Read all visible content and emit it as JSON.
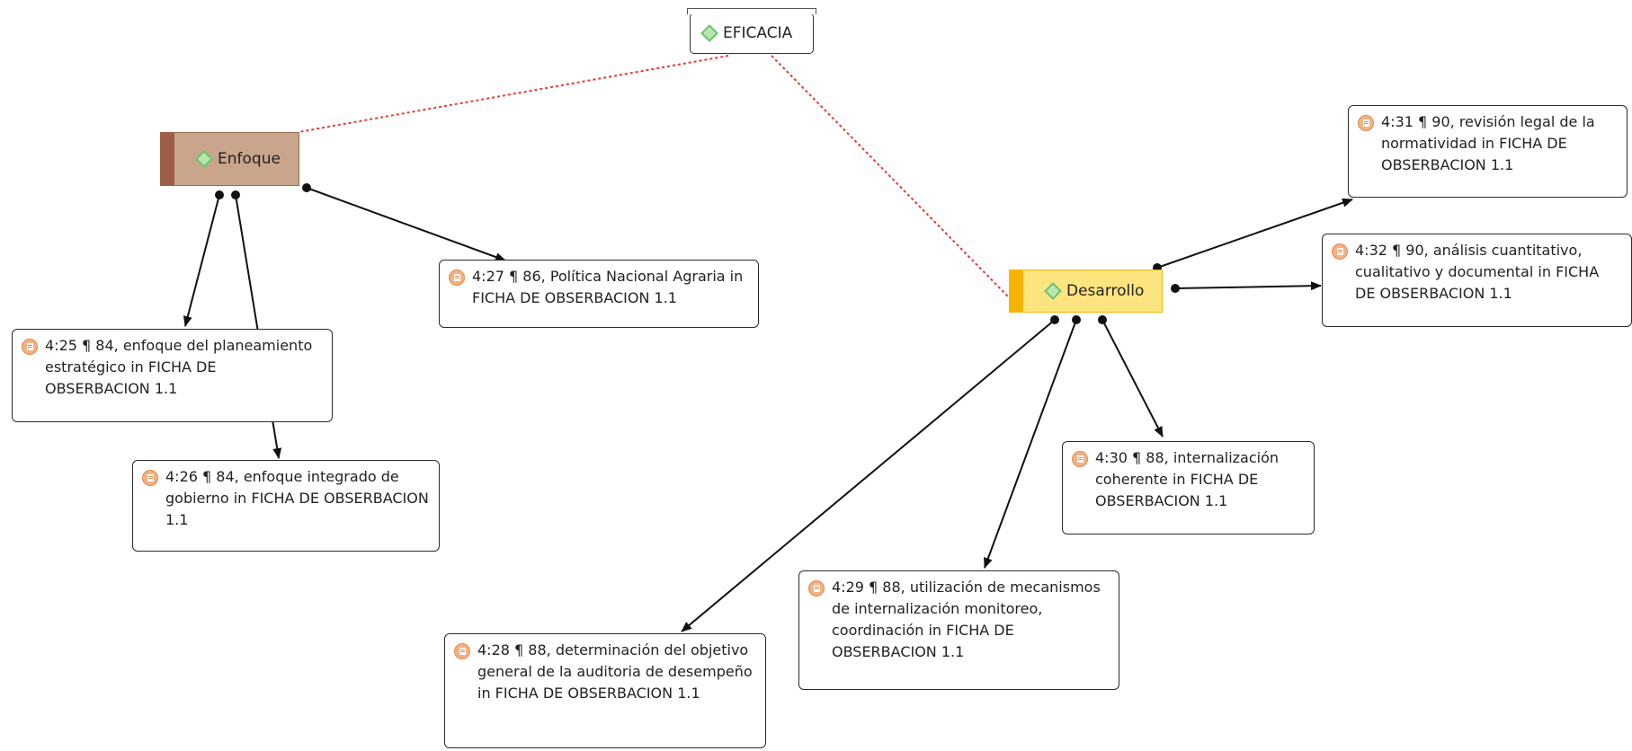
{
  "codes": {
    "eficacia": "EFICACIA",
    "enfoque": "Enfoque",
    "desarrollo": "Desarrollo"
  },
  "quotations": {
    "q25": "4:25 ¶ 84, enfoque del planeamiento estratégico in FICHA DE OBSERBACION 1.1",
    "q26": "4:26 ¶ 84, enfoque integrado de gobierno in FICHA DE OBSERBACION 1.1",
    "q27": "4:27 ¶ 86, Política Nacional Agraria in FICHA DE OBSERBACION 1.1",
    "q28": "4:28 ¶ 88, determinación del objetivo general de la auditoria de desempeño in FICHA DE OBSERBACION 1.1",
    "q29": "4:29 ¶ 88, utilización de mecanismos de internalización monitoreo, coordinación in FICHA DE OBSERBACION 1.1",
    "q30": "4:30 ¶ 88, internalización coherente in FICHA DE OBSERBACION 1.1",
    "q31": "4:31 ¶ 90, revisión legal de la normatividad in FICHA DE OBSERBACION 1.1",
    "q32": "4:32 ¶ 90, análisis cuantitativo, cualitativo y documental in FICHA DE OBSERBACION 1.1"
  },
  "colors": {
    "enfoque_fill": "#c9a58c",
    "enfoque_bar": "#9c5f46",
    "desarrollo_fill": "#fde47e",
    "desarrollo_bar": "#f6b400",
    "code_icon": "#6cc46a",
    "quote_icon": "#f4b183",
    "dotted_link": "#e53935"
  },
  "icons": {
    "code": "code-diamond-icon",
    "quotation": "quotation-icon"
  }
}
